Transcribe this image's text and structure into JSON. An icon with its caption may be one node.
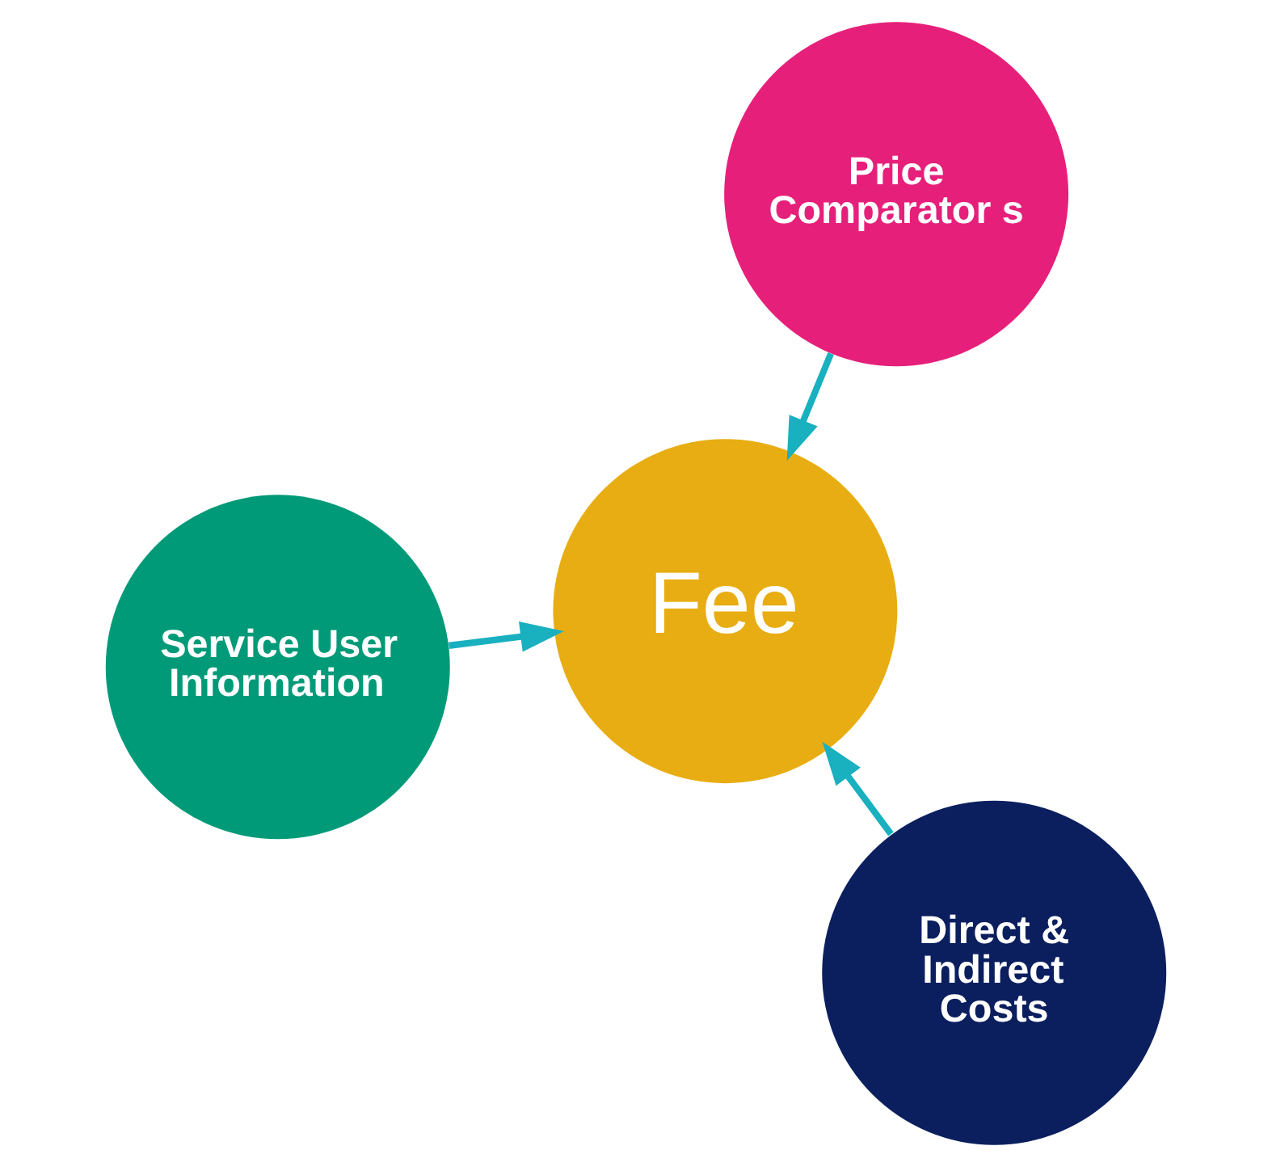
{
  "diagram": {
    "nodes": [
      {
        "text": [
          "Service User Information"
        ]
      },
      {
        "text": [
          "Fee"
        ]
      },
      {
        "text": [
          "Direct & Indirect Costs"
        ]
      },
      {
        "text": [
          "Price Comparator s"
        ]
      }
    ],
    "edges": [
      {
        "from": 0,
        "to": 1,
        "arrow": "to"
      },
      {
        "from": 2,
        "to": 1,
        "arrow": "to"
      },
      {
        "from": 3,
        "to": 1,
        "arrow": "to"
      }
    ]
  }
}
